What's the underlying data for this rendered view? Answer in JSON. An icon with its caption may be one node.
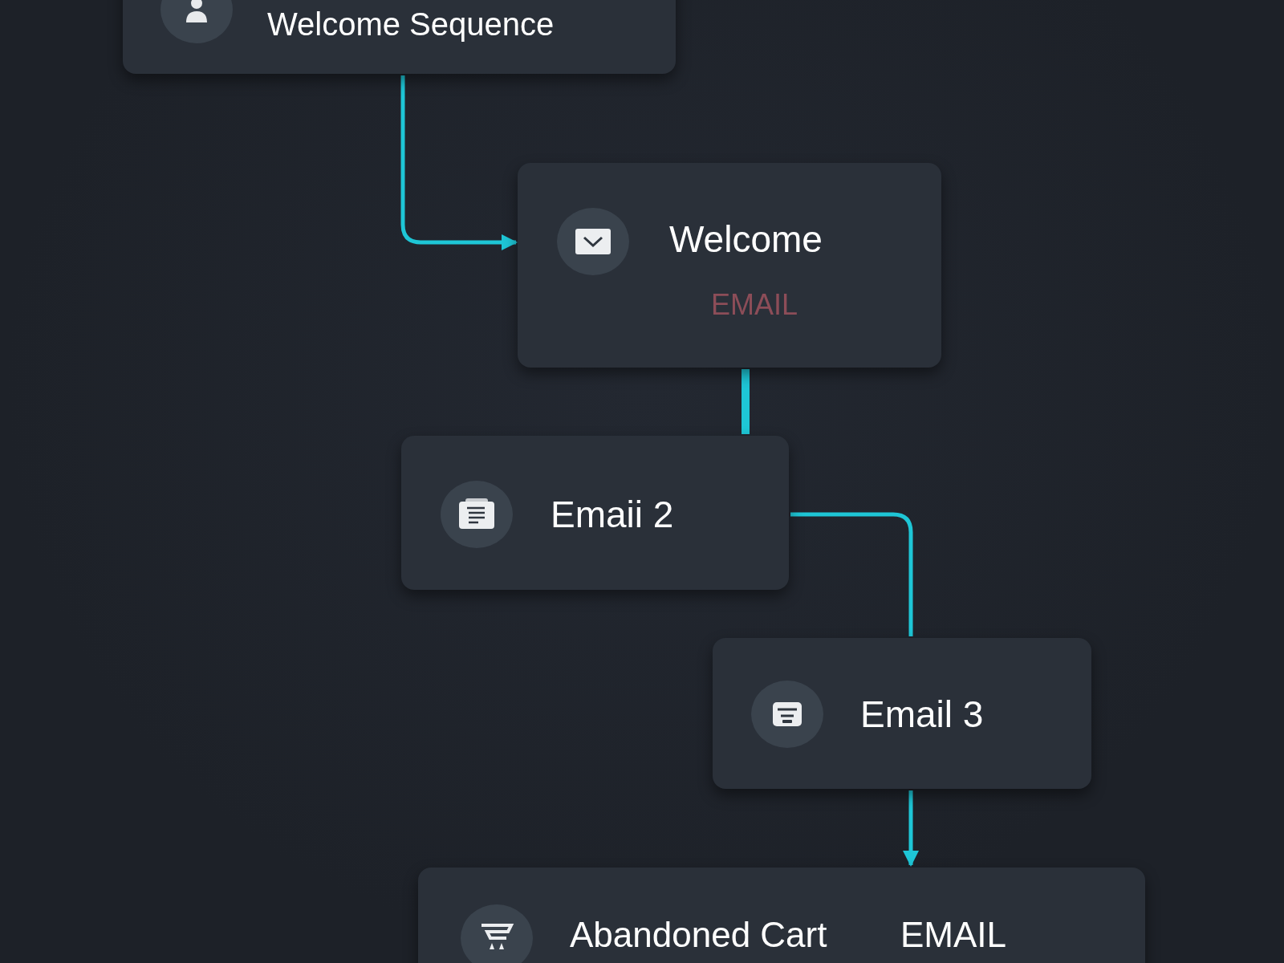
{
  "diagram": {
    "nodes": [
      {
        "text": [
          "Welcome Sequence"
        ]
      },
      {
        "text": [
          "Welcome",
          "EMAIL"
        ]
      },
      {
        "text": [
          "Emaii 2"
        ]
      },
      {
        "text": [
          "Email 3"
        ]
      },
      {
        "text": [
          "Abandoned Cart",
          "EMAIL"
        ]
      }
    ],
    "edges": [
      {
        "from": 0,
        "to": 1,
        "arrow": "to"
      },
      {
        "from": 1,
        "to": 2,
        "arrow": "none",
        "style": "thick"
      },
      {
        "from": 2,
        "to": 3,
        "arrow": "none"
      },
      {
        "from": 3,
        "to": 4,
        "arrow": "to"
      }
    ]
  }
}
